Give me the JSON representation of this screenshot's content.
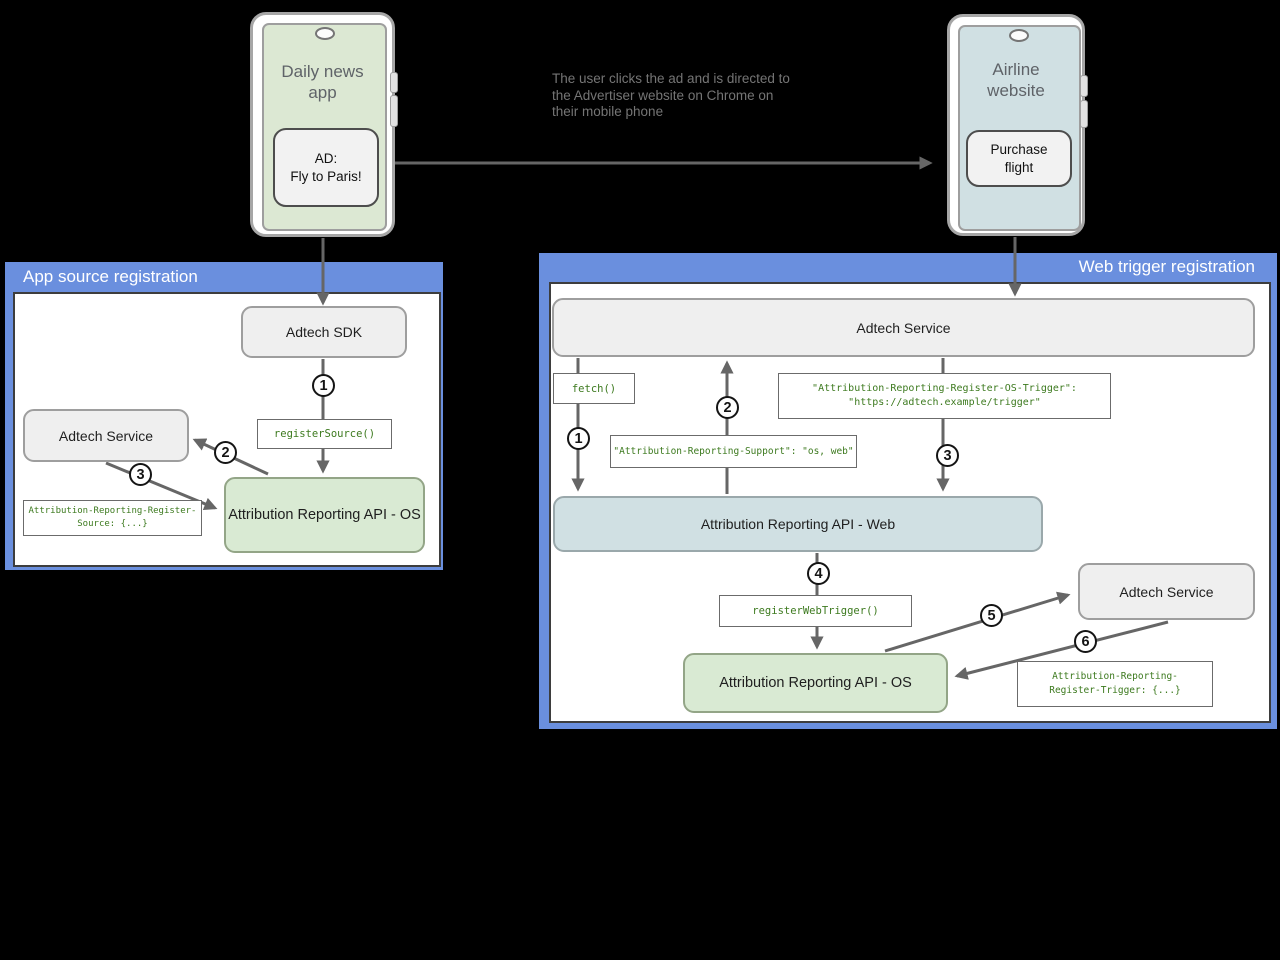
{
  "annotation": "The user clicks the ad and is directed to\nthe Advertiser website on Chrome on\ntheir mobile phone",
  "left_phone": {
    "title": "Daily news\napp",
    "ad_box": "AD:\nFly to Paris!"
  },
  "right_phone": {
    "title": "Airline\nwebsite",
    "button": "Purchase\nflight"
  },
  "app_source_panel": {
    "title": "App source registration",
    "adtech_sdk": "Adtech SDK",
    "register_source_code": "registerSource()",
    "adtech_service": "Adtech Service",
    "register_source_header": "Attribution-Reporting-Register-\nSource: {...}",
    "api_os": "Attribution Reporting API - OS",
    "steps": [
      "1",
      "2",
      "3"
    ]
  },
  "web_trigger_panel": {
    "title": "Web trigger registration",
    "adtech_service_top": "Adtech Service",
    "fetch_code": "fetch()",
    "support_header": "\"Attribution-Reporting-Support\": \"os, web\"",
    "os_trigger_header": "\"Attribution-Reporting-Register-OS-Trigger\":\n\"https://adtech.example/trigger\"",
    "api_web": "Attribution Reporting API - Web",
    "register_web_trigger_code": "registerWebTrigger()",
    "api_os": "Attribution Reporting API - OS",
    "adtech_service_right": "Adtech Service",
    "register_trigger_header": "Attribution-Reporting-\nRegister-Trigger: {...}",
    "steps": [
      "1",
      "2",
      "3",
      "4",
      "5",
      "6"
    ]
  },
  "colors": {
    "background": "#000000",
    "panel_blue": "#6a8fde",
    "node_green": "#d9ead3",
    "node_cyan": "#d0e0e3",
    "node_gray": "#efefef",
    "code_green": "#3d7a1f",
    "arrow_gray": "#666666"
  }
}
